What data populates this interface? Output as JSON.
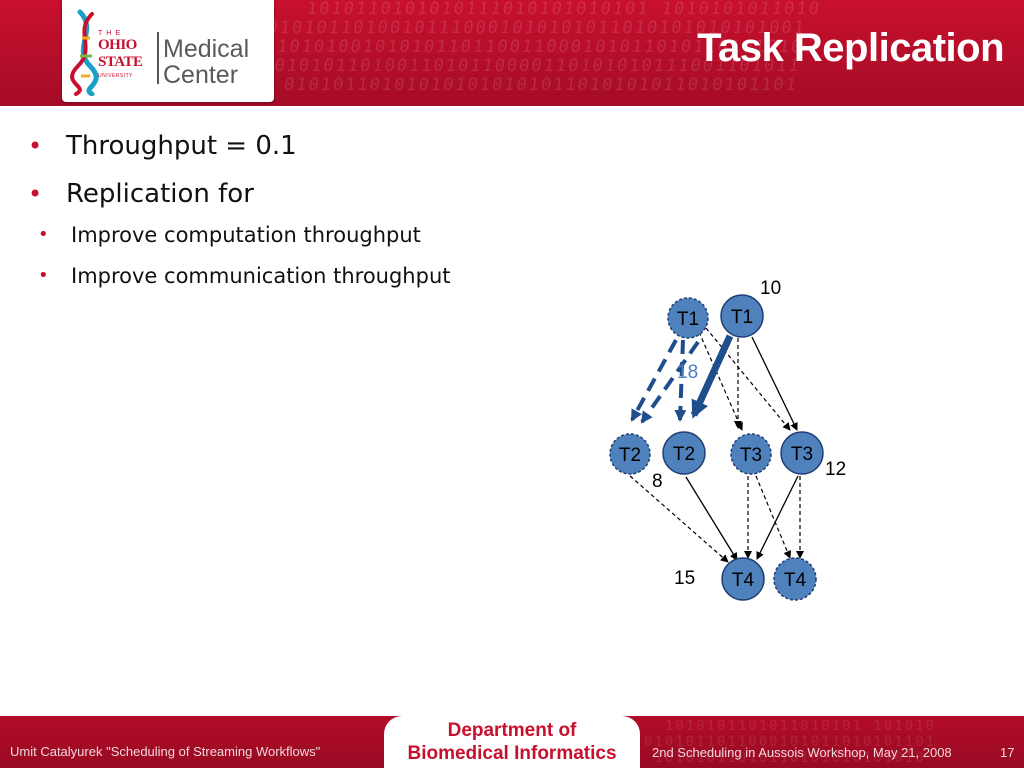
{
  "header": {
    "title": "Task Replication",
    "logo": {
      "the": "THE",
      "ohio": "OHIO",
      "state": "STATE",
      "university": "UNIVERSITY",
      "medical": "Medical",
      "center": "Center"
    }
  },
  "bullets": {
    "items": [
      "Throughput = 0.1",
      "Replication for"
    ],
    "sub_items": [
      "Improve computation throughput",
      "Improve communication throughput"
    ]
  },
  "diagram": {
    "nodes": {
      "t1_replica": "T1",
      "t1": "T1",
      "t2_replica": "T2",
      "t2": "T2",
      "t3": "T3",
      "t3_replica": "T3",
      "t4": "T4",
      "t4_replica": "T4"
    },
    "labels": {
      "t1_cost": "10",
      "edge_cost": "18",
      "t2_cost": "8",
      "t3_cost": "12",
      "t4_cost": "15"
    },
    "colors": {
      "node_fill": "#4f81bd",
      "node_stroke": "#1f3f73",
      "edge_heavy": "#1f4e8c",
      "edge_label": "#4a7fc0"
    }
  },
  "footer": {
    "left_text": "Umit Catalyurek \"Scheduling of Streaming Workflows\"",
    "dept_line1": "Department of",
    "dept_line2": "Biomedical Informatics",
    "right_text": "2nd Scheduling in Aussois Workshop, May 21, 2008",
    "page_number": "17"
  },
  "theme": {
    "brand_red": "#c8102e"
  }
}
